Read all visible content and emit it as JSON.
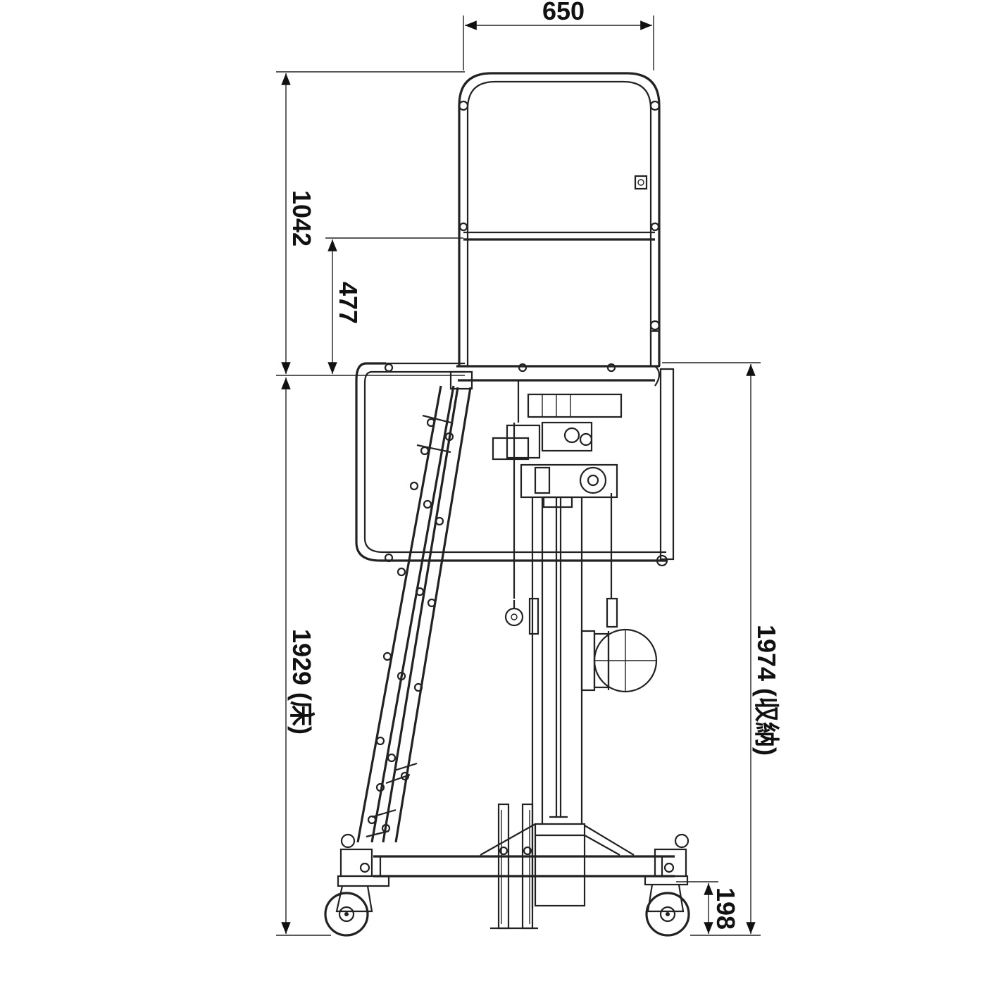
{
  "dimensions": {
    "top_width": "650",
    "guard_height": "1042",
    "mid_rail": "477",
    "floor_height": "1929 (床)",
    "stowed_height": "1974 (収納)",
    "caster_height": "198"
  }
}
